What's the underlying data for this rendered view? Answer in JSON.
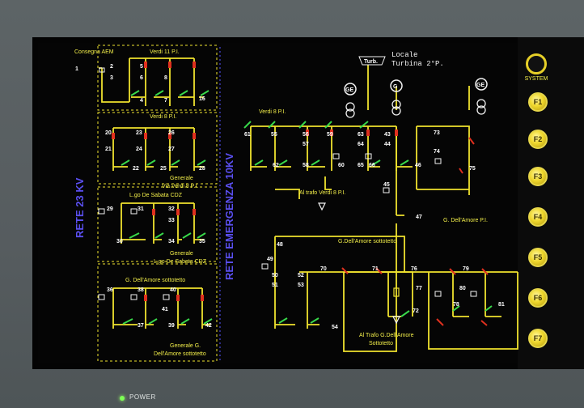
{
  "panel": {
    "left_net_label": "RETE 23 KV",
    "emergency_net_label": "RETE EMERGENZA 10KV",
    "consegna_label": "Consegna AEM",
    "turbine_tag": "Turb.",
    "turbine_caption_1": "Locale",
    "turbine_caption_2": "Turbina 2°P.",
    "generator_label": "GE",
    "generator_label_mid": "G"
  },
  "left_groups": [
    {
      "title": "Verdi 11 P.I.",
      "nums": [
        "1",
        "2",
        "3",
        "4",
        "5",
        "6",
        "7",
        "8",
        "16"
      ]
    },
    {
      "title": "Verdi 8 P.I.",
      "nums": [
        "20",
        "21",
        "22",
        "23",
        "24",
        "25",
        "26",
        "27",
        "28"
      ],
      "footer_1": "Generale",
      "footer_2": "Via Verdi 8 P.I."
    },
    {
      "title": "L.go De Sabata CDZ",
      "nums": [
        "29",
        "30",
        "31",
        "32",
        "33",
        "34",
        "35"
      ],
      "footer_1": "Generale",
      "footer_2": "L.go De Sabata CDZ"
    },
    {
      "title": "G. Dell'Amore sottotetto",
      "nums": [
        "36",
        "37",
        "38",
        "39",
        "40",
        "41",
        "42"
      ],
      "footer_1": "Generale G.",
      "footer_2": "Dell'Amore sottotetto"
    }
  ],
  "right_labels": {
    "verdi8": "Verdi 8 P.I.",
    "al_trafo_verdi": "Al trafo Verdi 8 P.I.",
    "g_dellamore_pi": "G. Dell'Amore P.I.",
    "g_dellamore_sottotetto": "G.Dell'Amore sottotetto",
    "al_trafo_g": "Al Trafo G.Dell'Amore",
    "al_trafo_g_2": "Sottotetto"
  },
  "right_nums": [
    "61",
    "62",
    "55",
    "56",
    "57",
    "58",
    "59",
    "60",
    "63",
    "64",
    "65",
    "66",
    "45",
    "43",
    "44",
    "46",
    "47",
    "48",
    "49",
    "50",
    "51",
    "52",
    "53",
    "54",
    "70",
    "71",
    "72",
    "73",
    "74",
    "75",
    "76",
    "77",
    "78",
    "79",
    "80",
    "81"
  ],
  "function_keys": [
    "F1",
    "F2",
    "F3",
    "F4",
    "F5",
    "F6",
    "F7"
  ],
  "system_label": "SYSTEM",
  "power_label": "POWER",
  "colors": {
    "line": "#f0e22e",
    "breaker_red": "#e0301e",
    "breaker_green": "#38d84a",
    "label": "#f2ee4a",
    "net_label": "#5a4ff0"
  }
}
